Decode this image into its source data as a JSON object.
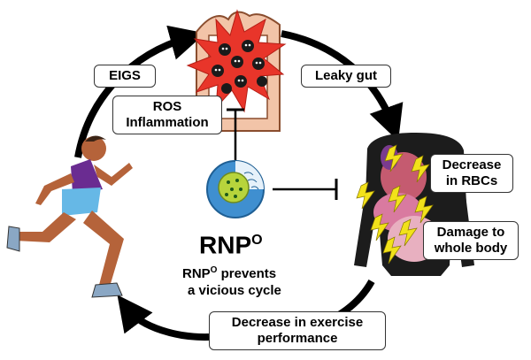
{
  "labels": {
    "eigs": "EIGS",
    "ros_line1": "ROS",
    "ros_line2": "Inflammation",
    "leaky_gut": "Leaky gut",
    "rbc_line1": "Decrease",
    "rbc_line2": "in RBCs",
    "damage_line1": "Damage to",
    "damage_line2": "whole body",
    "exercise_line1": "Decrease in exercise",
    "exercise_line2": "performance"
  },
  "rnp": {
    "name": "RNP",
    "superscript": "O",
    "caption_line1_name": "RNP",
    "caption_line1_sup": "O",
    "caption_line1_rest": " prevents",
    "caption_line2": "a vicious cycle"
  },
  "colors": {
    "inflammation": "#e8352a",
    "body": "#1c1c1c",
    "lightning": "#f2e21a",
    "particle_blue": "#3f8fd0",
    "particle_core": "#b7d43c",
    "shirt": "#6a2c91",
    "shorts": "#66b8e6",
    "skin": "#b5633a"
  }
}
